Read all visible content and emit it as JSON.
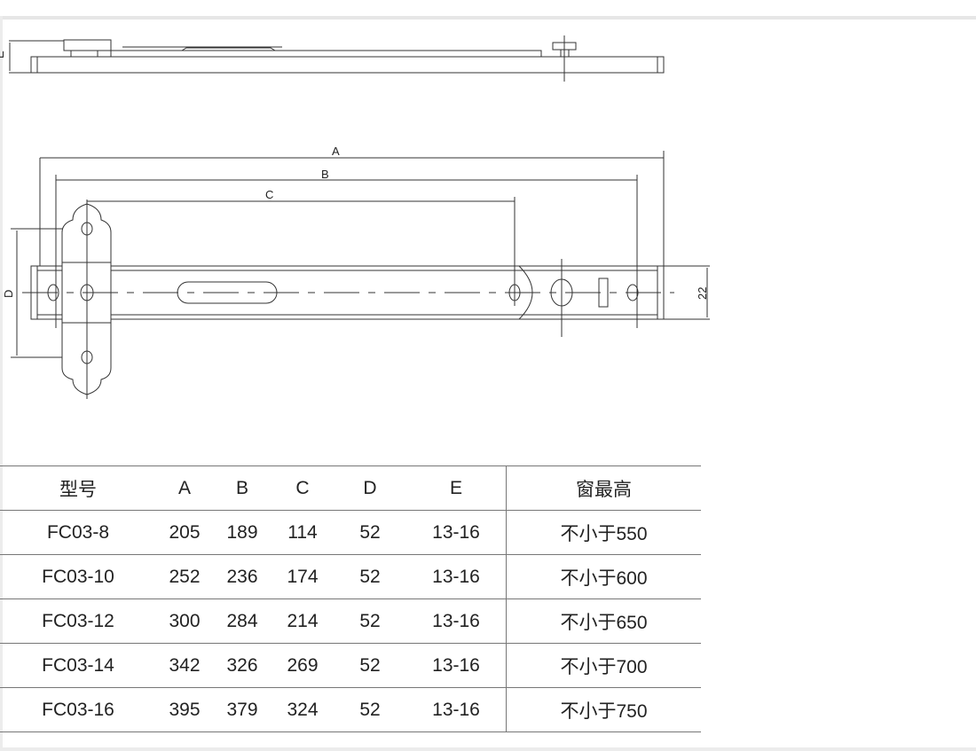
{
  "drawing": {
    "labels": {
      "A": "A",
      "B": "B",
      "C": "C",
      "D": "D",
      "E": "E",
      "height": "22"
    }
  },
  "table": {
    "headers": [
      "型号",
      "A",
      "B",
      "C",
      "D",
      "E",
      "窗最高"
    ],
    "rows": [
      [
        "FC03-8",
        "205",
        "189",
        "114",
        "52",
        "13-16",
        "不小于550"
      ],
      [
        "FC03-10",
        "252",
        "236",
        "174",
        "52",
        "13-16",
        "不小于600"
      ],
      [
        "FC03-12",
        "300",
        "284",
        "214",
        "52",
        "13-16",
        "不小于650"
      ],
      [
        "FC03-14",
        "342",
        "326",
        "269",
        "52",
        "13-16",
        "不小于700"
      ],
      [
        "FC03-16",
        "395",
        "379",
        "324",
        "52",
        "13-16",
        "不小于750"
      ]
    ]
  }
}
